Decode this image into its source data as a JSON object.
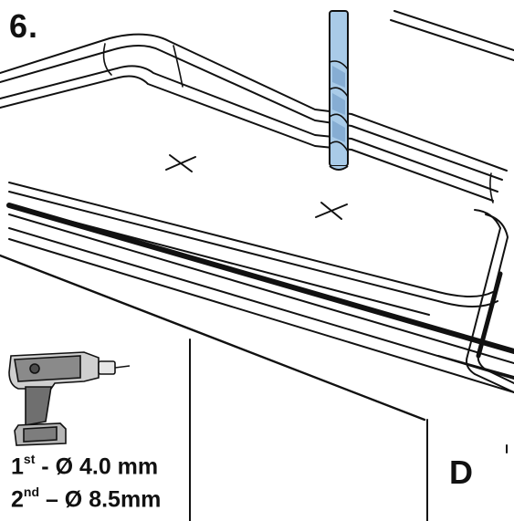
{
  "step": {
    "number": "6."
  },
  "drill": {
    "icon": "cordless-drill-icon",
    "bit_icon": "drill-bit-icon",
    "specs": [
      {
        "ordinal": "1",
        "suffix": "st",
        "text": " - Ø 4.0 mm"
      },
      {
        "ordinal": "2",
        "suffix": "nd",
        "text": " – Ø 8.5mm"
      }
    ]
  },
  "panel": {
    "letter": "D"
  },
  "markers": {
    "count": 2,
    "icon": "x-mark-icon"
  },
  "colors": {
    "bit": "#a9cbe8",
    "bit_dark": "#6f9ac4",
    "line": "#111111",
    "background": "#ffffff"
  }
}
